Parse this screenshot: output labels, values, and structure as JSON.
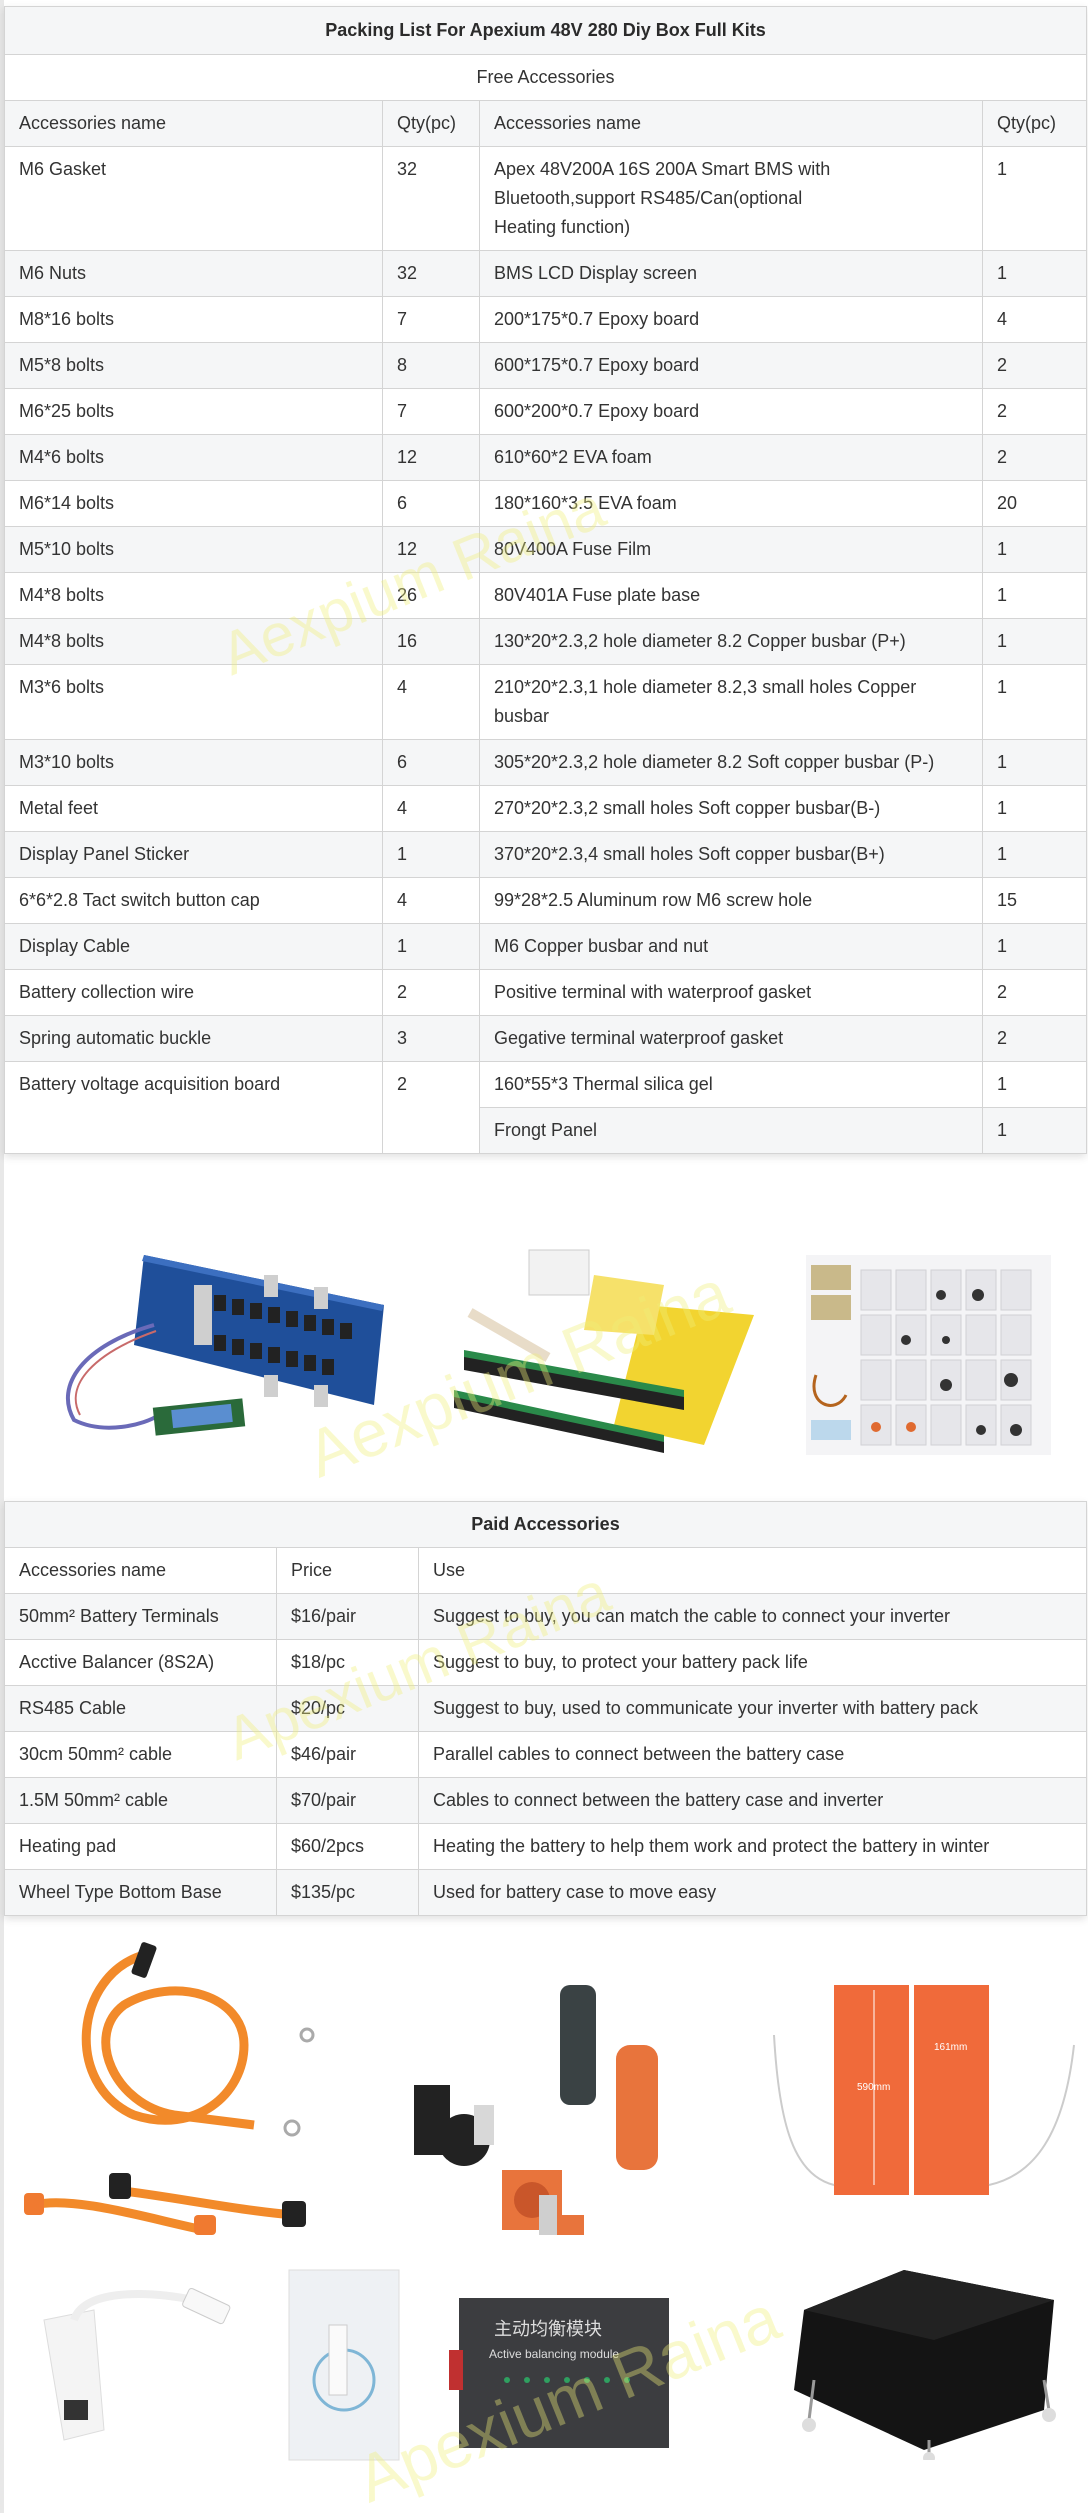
{
  "free_table": {
    "title": "Packing List For Apexium 48V 280 Diy Box Full Kits",
    "section": "Free Accessories",
    "headers": [
      "Accessories name",
      "Qty(pc)",
      "Accessories name",
      "Qty(pc)"
    ],
    "rows": [
      {
        "left_name": "M6 Gasket",
        "left_qty": "32",
        "right_name": "Apex 48V200A 16S 200A Smart BMS with Bluetooth,support RS485/Can(optional Heating function)",
        "right_qty": "1"
      },
      {
        "left_name": "M6 Nuts",
        "left_qty": "32",
        "right_name": "BMS LCD Display screen",
        "right_qty": "1"
      },
      {
        "left_name": "M8*16 bolts",
        "left_qty": "7",
        "right_name": "200*175*0.7 Epoxy board",
        "right_qty": "4"
      },
      {
        "left_name": "M5*8 bolts",
        "left_qty": "8",
        "right_name": "600*175*0.7 Epoxy board",
        "right_qty": "2"
      },
      {
        "left_name": "M6*25 bolts",
        "left_qty": "7",
        "right_name": "600*200*0.7 Epoxy board",
        "right_qty": "2"
      },
      {
        "left_name": "M4*6 bolts",
        "left_qty": "12",
        "right_name": "610*60*2 EVA foam",
        "right_qty": "2"
      },
      {
        "left_name": "M6*14 bolts",
        "left_qty": "6",
        "right_name": "180*160*3.5 EVA foam",
        "right_qty": "20"
      },
      {
        "left_name": "M5*10 bolts",
        "left_qty": "12",
        "right_name": "80V400A Fuse Film",
        "right_qty": "1"
      },
      {
        "left_name": "M4*8 bolts",
        "left_qty": "26",
        "right_name": "80V401A Fuse plate base",
        "right_qty": "1"
      },
      {
        "left_name": "M4*8 bolts",
        "left_qty": "16",
        "right_name": "130*20*2.3,2 hole diameter 8.2 Copper busbar (P+)",
        "right_qty": "1"
      },
      {
        "left_name": "M3*6 bolts",
        "left_qty": "4",
        "right_name": "210*20*2.3,1 hole diameter 8.2,3 small holes Copper busbar",
        "right_qty": "1"
      },
      {
        "left_name": "M3*10 bolts",
        "left_qty": "6",
        "right_name": "305*20*2.3,2 hole diameter 8.2 Soft copper busbar (P-)",
        "right_qty": "1"
      },
      {
        "left_name": "Metal feet",
        "left_qty": "4",
        "right_name": "270*20*2.3,2 small holes Soft copper busbar(B-)",
        "right_qty": "1"
      },
      {
        "left_name": "Display Panel Sticker",
        "left_qty": "1",
        "right_name": "370*20*2.3,4 small holes Soft copper busbar(B+)",
        "right_qty": "1"
      },
      {
        "left_name": "6*6*2.8 Tact switch button cap",
        "left_qty": "4",
        "right_name": "99*28*2.5 Aluminum row M6 screw hole",
        "right_qty": "15"
      },
      {
        "left_name": "Display Cable",
        "left_qty": "1",
        "right_name": "M6 Copper busbar and nut",
        "right_qty": "1"
      },
      {
        "left_name": "Battery collection wire",
        "left_qty": "2",
        "right_name": "Positive terminal with waterproof gasket",
        "right_qty": "2"
      },
      {
        "left_name": "Spring automatic buckle",
        "left_qty": "3",
        "right_name": "Gegative terminal waterproof gasket",
        "right_qty": "2"
      },
      {
        "left_name": "Battery voltage acquisition board",
        "left_qty": "2",
        "right_name": "160*55*3 Thermal silica gel",
        "right_qty": "1"
      },
      {
        "right_name": "Frongt Panel",
        "right_qty": "1"
      }
    ]
  },
  "free_images": {
    "items": [
      "bms-board-with-lcd-photo",
      "busbars-epoxy-boards-photo",
      "screw-bags-kit-photo"
    ],
    "watermark": "Aexpium Raina"
  },
  "paid_table": {
    "title": "Paid Accessories",
    "headers": [
      "Accessories name",
      "Price",
      "Use"
    ],
    "rows": [
      {
        "name": "50mm² Battery Terminals",
        "price": "$16/pair",
        "use": "Suggest to buy, you can match the cable to connect your inverter"
      },
      {
        "name": "Acctive Balancer (8S2A)",
        "price": "$18/pc",
        "use": "Suggest to buy, to protect your battery pack life"
      },
      {
        "name": "RS485 Cable",
        "price": "$20/pc",
        "use": "Suggest to buy, used to communicate your inverter with battery pack"
      },
      {
        "name": "30cm 50mm² cable",
        "price": "$46/pair",
        "use": "Parallel cables to connect between the battery case"
      },
      {
        "name": "1.5M 50mm² cable",
        "price": "$70/pair",
        "use": "Cables to connect between the battery case and inverter"
      },
      {
        "name": "Heating pad",
        "price": "$60/2pcs",
        "use": "Heating the battery to help them work and protect the battery in winter"
      },
      {
        "name": "Wheel Type Bottom Base",
        "price": "$135/pc",
        "use": "Used for battery case to move easy"
      }
    ]
  },
  "paid_images": {
    "row1": [
      "orange-cables-photo",
      "battery-terminals-photo",
      "heating-pads-photo"
    ],
    "row2": [
      "rs485-usb-adapter-photo",
      "rs485-cable-bag-photo",
      "active-balancing-module-photo",
      "wheel-base-photo"
    ],
    "heating_pad_labels": {
      "length": "590mm",
      "width": "161mm"
    },
    "balancer_labels": {
      "cn": "主动均衡模块",
      "en": "Active balancing module"
    },
    "watermark": "Apexium Raina"
  },
  "watermark_table": "Aexpium Raina",
  "watermark_paid_table": "Apexium Raina"
}
